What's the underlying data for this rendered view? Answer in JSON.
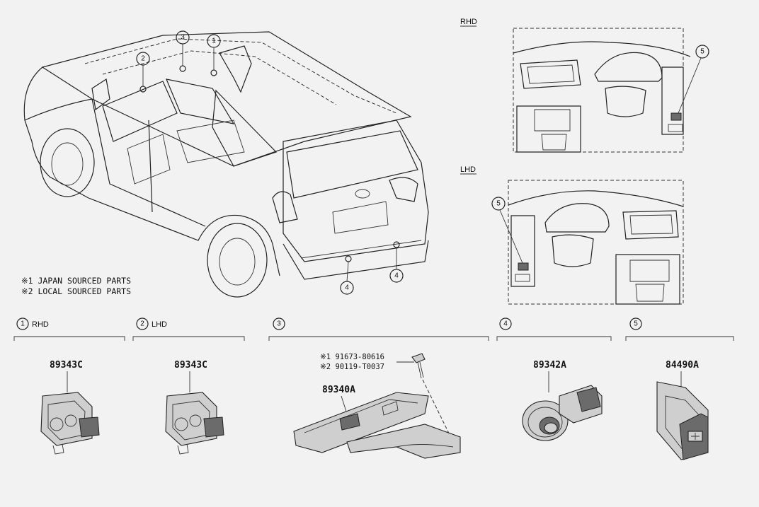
{
  "labels": {
    "rhd_view": "RHD",
    "lhd_view": "LHD"
  },
  "notes": {
    "japan": "※1 JAPAN SOURCED PARTS",
    "local": "※2 LOCAL SOURCED PARTS"
  },
  "callouts": {
    "c1": "1",
    "c2": "2",
    "c3": "3",
    "c4a": "4",
    "c4b": "4",
    "c5a": "5",
    "c5b": "5"
  },
  "sections": [
    {
      "num": "1",
      "sub": "RHD",
      "part_no": "89343C"
    },
    {
      "num": "2",
      "sub": "LHD",
      "part_no": "89343C"
    },
    {
      "num": "3",
      "sub": "",
      "part_no": "89340A"
    },
    {
      "num": "4",
      "sub": "",
      "part_no": "89342A"
    },
    {
      "num": "5",
      "sub": "",
      "part_no": "84490A"
    }
  ],
  "screw_refs": {
    "r1": "※1 91673-80616",
    "r2": "※2 90119-T0037"
  }
}
